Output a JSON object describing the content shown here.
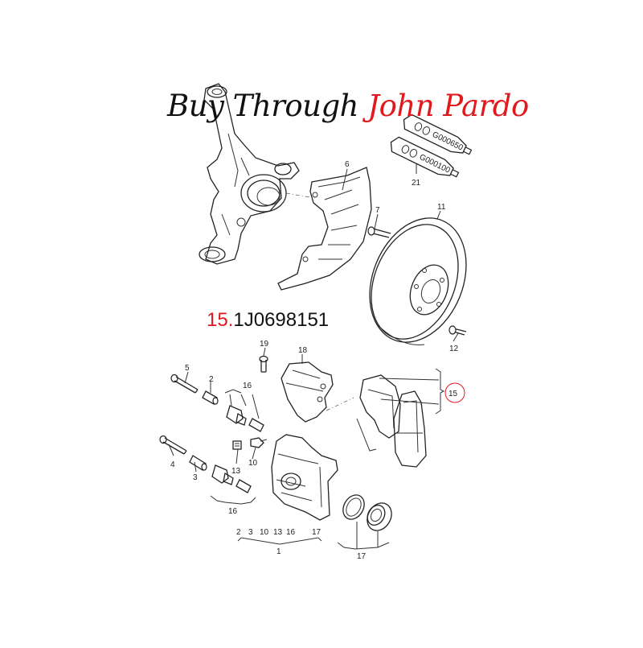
{
  "banner": {
    "word1": "Buy Through",
    "word2": "John Pardo"
  },
  "highlight": {
    "index": "15.",
    "part_number": "1J0698151"
  },
  "tubes": {
    "tube_a": "G000650",
    "tube_b": "G000100"
  },
  "callouts": {
    "c6": "6",
    "c7": "7",
    "c11": "11",
    "c12": "12",
    "c21": "21",
    "c19": "19",
    "c18": "18",
    "c15": "15",
    "c5": "5",
    "c2": "2",
    "c16a": "16",
    "c4": "4",
    "c3": "3",
    "c13": "13",
    "c10": "10",
    "c16b": "16",
    "c17": "17",
    "c1": "1"
  },
  "assembly_list": [
    "2",
    "3",
    "10",
    "13",
    "16",
    "17"
  ],
  "colors": {
    "accent": "#e0191e",
    "ink": "#222222"
  }
}
